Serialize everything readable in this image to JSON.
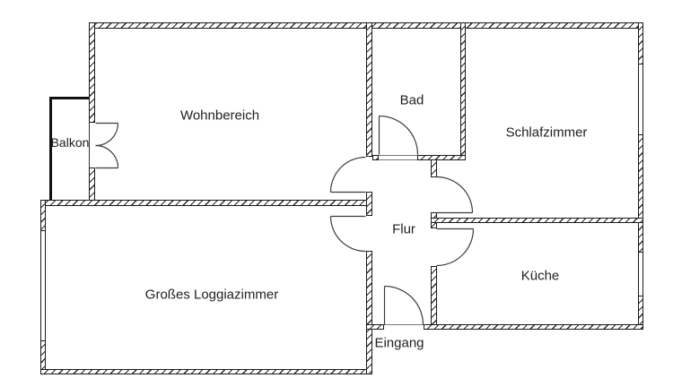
{
  "plan": {
    "type": "apartment-floor-plan",
    "colors": {
      "background": "#ffffff",
      "wall_line": "#1a1a1a",
      "hatch_line": "#2a2a2a",
      "door_line": "#3c3c3c",
      "label_text": "#1f1f1f"
    },
    "rooms": {
      "wohnbereich": {
        "label": "Wohnbereich"
      },
      "balkon": {
        "label": "Balkon"
      },
      "bad": {
        "label": "Bad"
      },
      "schlafzimmer": {
        "label": "Schlafzimmer"
      },
      "flur": {
        "label": "Flur"
      },
      "kueche": {
        "label": "Küche"
      },
      "loggiazimmer": {
        "label": "Großes Loggiazimmer"
      },
      "eingang": {
        "label": "Eingang"
      }
    }
  }
}
